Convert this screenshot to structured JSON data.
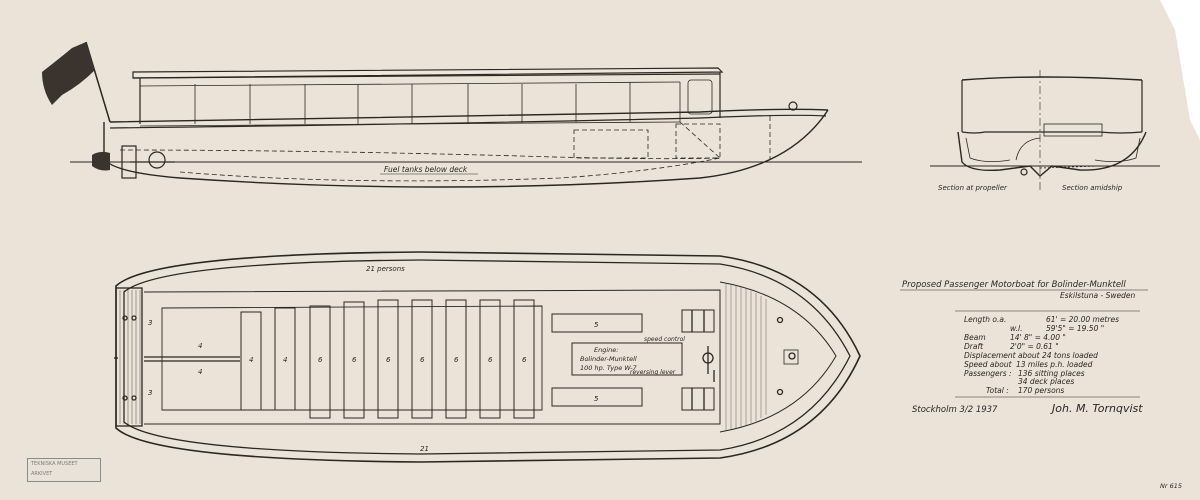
{
  "labels": {
    "fuel_tanks": "Fuel tanks below deck",
    "section_propeller": "Section at propeller",
    "section_amidship": "Section amidship",
    "persons_top": "21 persons",
    "persons_bottom": "21",
    "stern_seat_upper": "3",
    "stern_seat_lower": "3",
    "aft_bench_upper": "4",
    "aft_bench_lower": "4",
    "bow_bench_upper": "5",
    "bow_bench_lower": "5",
    "speed_control": "speed control",
    "reversing_lever": "reversing lever",
    "engine_line1": "Engine:",
    "engine_line2": "Bolinder-Munktell",
    "engine_line3": "100 hp. Type W-7"
  },
  "cross_benches": [
    "4",
    "4",
    "6",
    "6",
    "6",
    "6",
    "6",
    "6",
    "6"
  ],
  "title_block": {
    "title": "Proposed Passenger Motorboat for Bolinder-Munktell",
    "place": "Eskilstuna - Sweden"
  },
  "specs": [
    {
      "label": "Length o.a.",
      "value": "61' = 20.00 metres"
    },
    {
      "label": "w.l.",
      "value": "59'5\" = 19.50 \""
    },
    {
      "label": "Beam",
      "value": "14' 8\" = 4.00 \""
    },
    {
      "label": "Draft",
      "value": "2'0\" = 0.61 \""
    },
    {
      "label": "Displacement about",
      "value": "24 tons loaded"
    },
    {
      "label": "Speed about",
      "value": "13 miles p.h. loaded"
    },
    {
      "label": "Passengers :",
      "value": "136 sitting places"
    },
    {
      "label": "",
      "value": "34 deck places"
    },
    {
      "label": "Total :",
      "value": "170 persons"
    }
  ],
  "date": "Stockholm 3/2 1937",
  "signature": "Joh. M. Tornqvist",
  "stamp": {
    "line1": "TEKNISKA MUSEET",
    "line2": "ARKIVET"
  },
  "sheet_number": "Nr 615"
}
